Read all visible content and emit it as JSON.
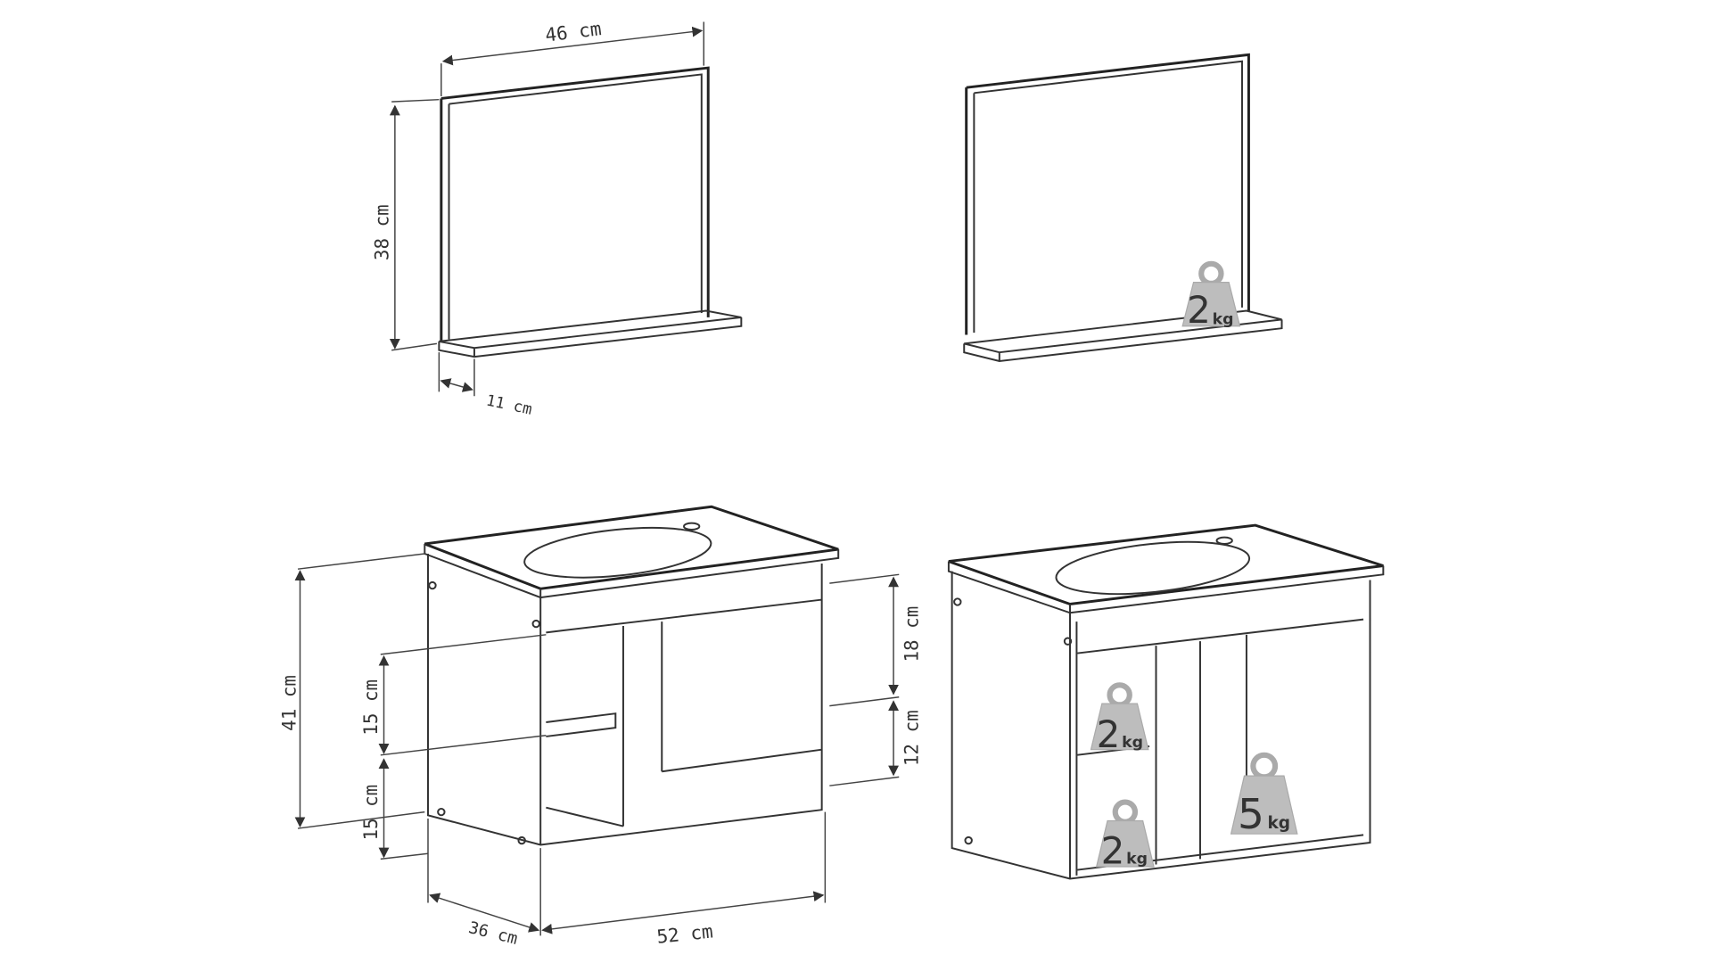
{
  "mirror": {
    "width_label": "46 cm",
    "height_label": "38 cm",
    "shelf_depth_label": "11 cm",
    "shelf_load": {
      "value": "2",
      "unit": "kg"
    }
  },
  "cabinet": {
    "height_label": "41 cm",
    "left_upper_label": "15 cm",
    "left_lower_label": "15 cm",
    "right_upper_label": "18 cm",
    "right_lower_label": "12 cm",
    "depth_label": "36 cm",
    "width_label": "52 cm",
    "loads": [
      {
        "value": "2",
        "unit": "kg"
      },
      {
        "value": "2",
        "unit": "kg"
      },
      {
        "value": "5",
        "unit": "kg"
      }
    ]
  }
}
